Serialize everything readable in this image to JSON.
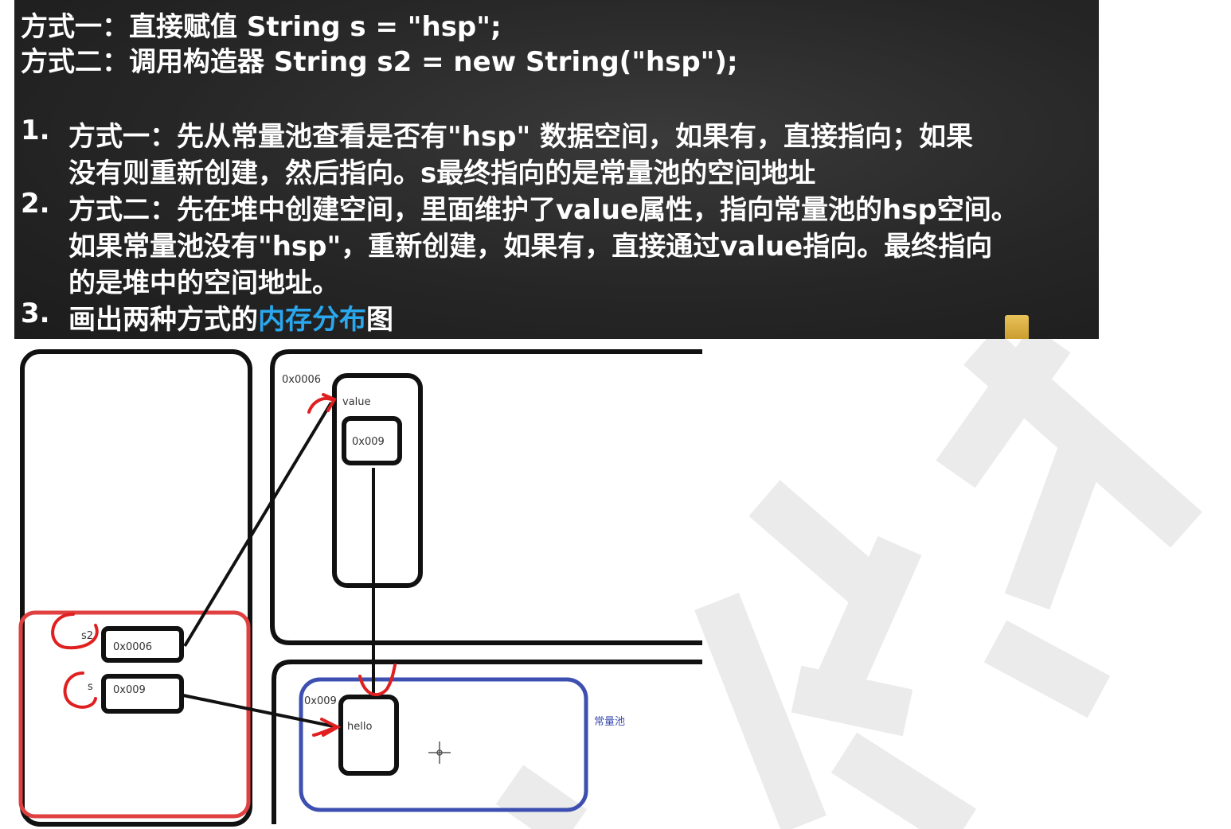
{
  "board": {
    "line1": "方式一：直接赋值 String s = \"hsp\";",
    "line2": "方式二：调用构造器 String s2 = new String(\"hsp\");",
    "items": [
      {
        "num": "1.",
        "lines": [
          "方式一：先从常量池查看是否有\"hsp\" 数据空间，如果有，直接指向；如果",
          "没有则重新创建，然后指向。s最终指向的是常量池的空间地址"
        ]
      },
      {
        "num": "2.",
        "lines": [
          "方式二：先在堆中创建空间，里面维护了value属性，指向常量池的hsp空间。",
          "如果常量池没有\"hsp\"，重新创建，如果有，直接通过value指向。最终指向",
          "的是堆中的空间地址。"
        ]
      },
      {
        "num": "3.",
        "prefix": "画出两种方式的",
        "highlight": "内存分布",
        "suffix": "图"
      }
    ],
    "highlight_color": "#2aa7ee"
  },
  "diagram": {
    "heap_object_addr": "0x0006",
    "value_label": "value",
    "value_field": "0x009",
    "s2_label": "s2",
    "s2_value": "0x0006",
    "s_label": "s",
    "s_value": "0x009",
    "pool_addr": "0x009",
    "pool_string": "hello",
    "pool_label": "常量池",
    "colors": {
      "stack": "#e04040",
      "pool": "#3d4fb0",
      "annotation": "#e02020",
      "box": "#111111"
    }
  },
  "watermark": "韩顺平教育"
}
